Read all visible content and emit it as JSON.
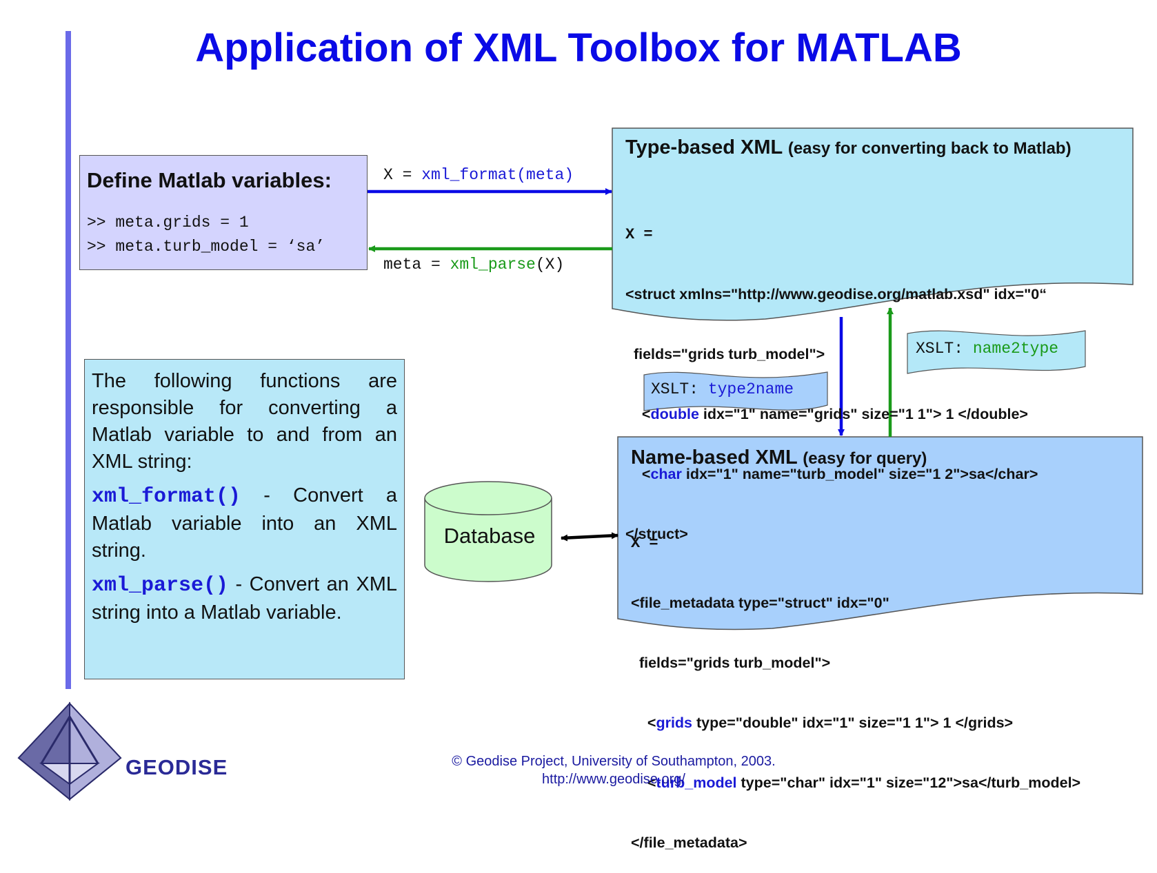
{
  "title": "Application of XML Toolbox for MATLAB",
  "define_box": {
    "heading": "Define Matlab variables:",
    "line1": ">> meta.grids = 1",
    "line2": ">> meta.turb_model = ‘sa’"
  },
  "format_call": {
    "prefix": "X = ",
    "func": "xml_format(meta)"
  },
  "parse_call": {
    "prefix": "meta = ",
    "func": "xml_parse",
    "suffix": "(X)"
  },
  "type_xml": {
    "heading": "Type-based XML",
    "subheading": "(easy for converting back to Matlab)",
    "x_line": "X =",
    "line1": "<struct xmlns=\"http://www.geodise.org/matlab.xsd\" idx=\"0“",
    "line2": "  fields=\"grids turb_model\">",
    "line3_tag": "double",
    "line3_rest": " idx=\"1\" name=\"grids\" size=\"1 1\"> 1 </double>",
    "line4_tag": "char",
    "line4_rest": " idx=\"1\" name=\"turb_model\" size=\"1 2\">sa</char>",
    "line5": "</struct>"
  },
  "xslt_type2name": {
    "prefix": "XSLT: ",
    "name": "type2name"
  },
  "xslt_name2type": {
    "prefix": "XSLT: ",
    "name": "name2type"
  },
  "name_xml": {
    "heading": "Name-based XML",
    "subheading": "(easy for query)",
    "x_line": "X =",
    "line1": "<file_metadata type=\"struct\" idx=\"0\"",
    "line2": "  fields=\"grids turb_model\">",
    "line3_tag": "grids",
    "line3_rest": " type=\"double\" idx=\"1\" size=\"1 1\"> 1 </grids>",
    "line4_tag": "turb_model",
    "line4_rest": " type=\"char\" idx=\"1\" size=\"12\">sa</turb_model>",
    "line5": "</file_metadata>"
  },
  "database_label": "Database",
  "info_box": {
    "intro": "The following functions are responsible for converting a Matlab variable to and from an XML string:",
    "fn1": "xml_format()",
    "fn1_desc": " - Convert a Matlab variable into an XML string.",
    "fn2": "xml_parse()",
    "fn2_desc": " - Convert an XML string into a Matlab variable."
  },
  "logo_text": "GEODISE",
  "footer": {
    "line1": "© Geodise Project, University of Southampton, 2003.",
    "line2": "http://www.geodise.org/"
  },
  "colors": {
    "title": "#0a0ae6",
    "define_fill": "#d4d4fe",
    "type_xml_fill": "#b4e8f8",
    "name_xml_fill": "#a8d0fc",
    "info_fill": "#b8e8f8",
    "database_fill": "#ccfccc",
    "arrow_blue": "#0a0ae6",
    "arrow_green": "#1a9a1a"
  }
}
